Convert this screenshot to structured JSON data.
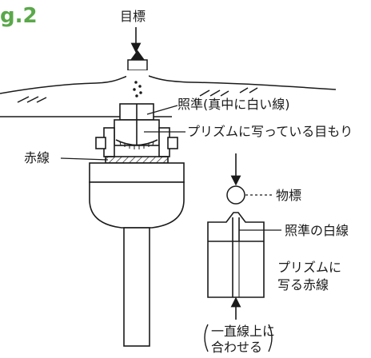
{
  "figure_label": "g.2",
  "colors": {
    "figure_label": "#5aa84a",
    "line": "#1a1a1a",
    "background": "#ffffff"
  },
  "labels": {
    "target": "目標",
    "sighting": "照準(真中に白い線)",
    "prism_scale": "プリズムに写っている目もり",
    "red_line": "赤線",
    "object_marker": "物標",
    "sighting_white_line": "照準の白線",
    "prism_red_line_1": "プリズムに",
    "prism_red_line_2": "写る赤線",
    "align_1": "一直線上に",
    "align_2": "合わせる"
  }
}
